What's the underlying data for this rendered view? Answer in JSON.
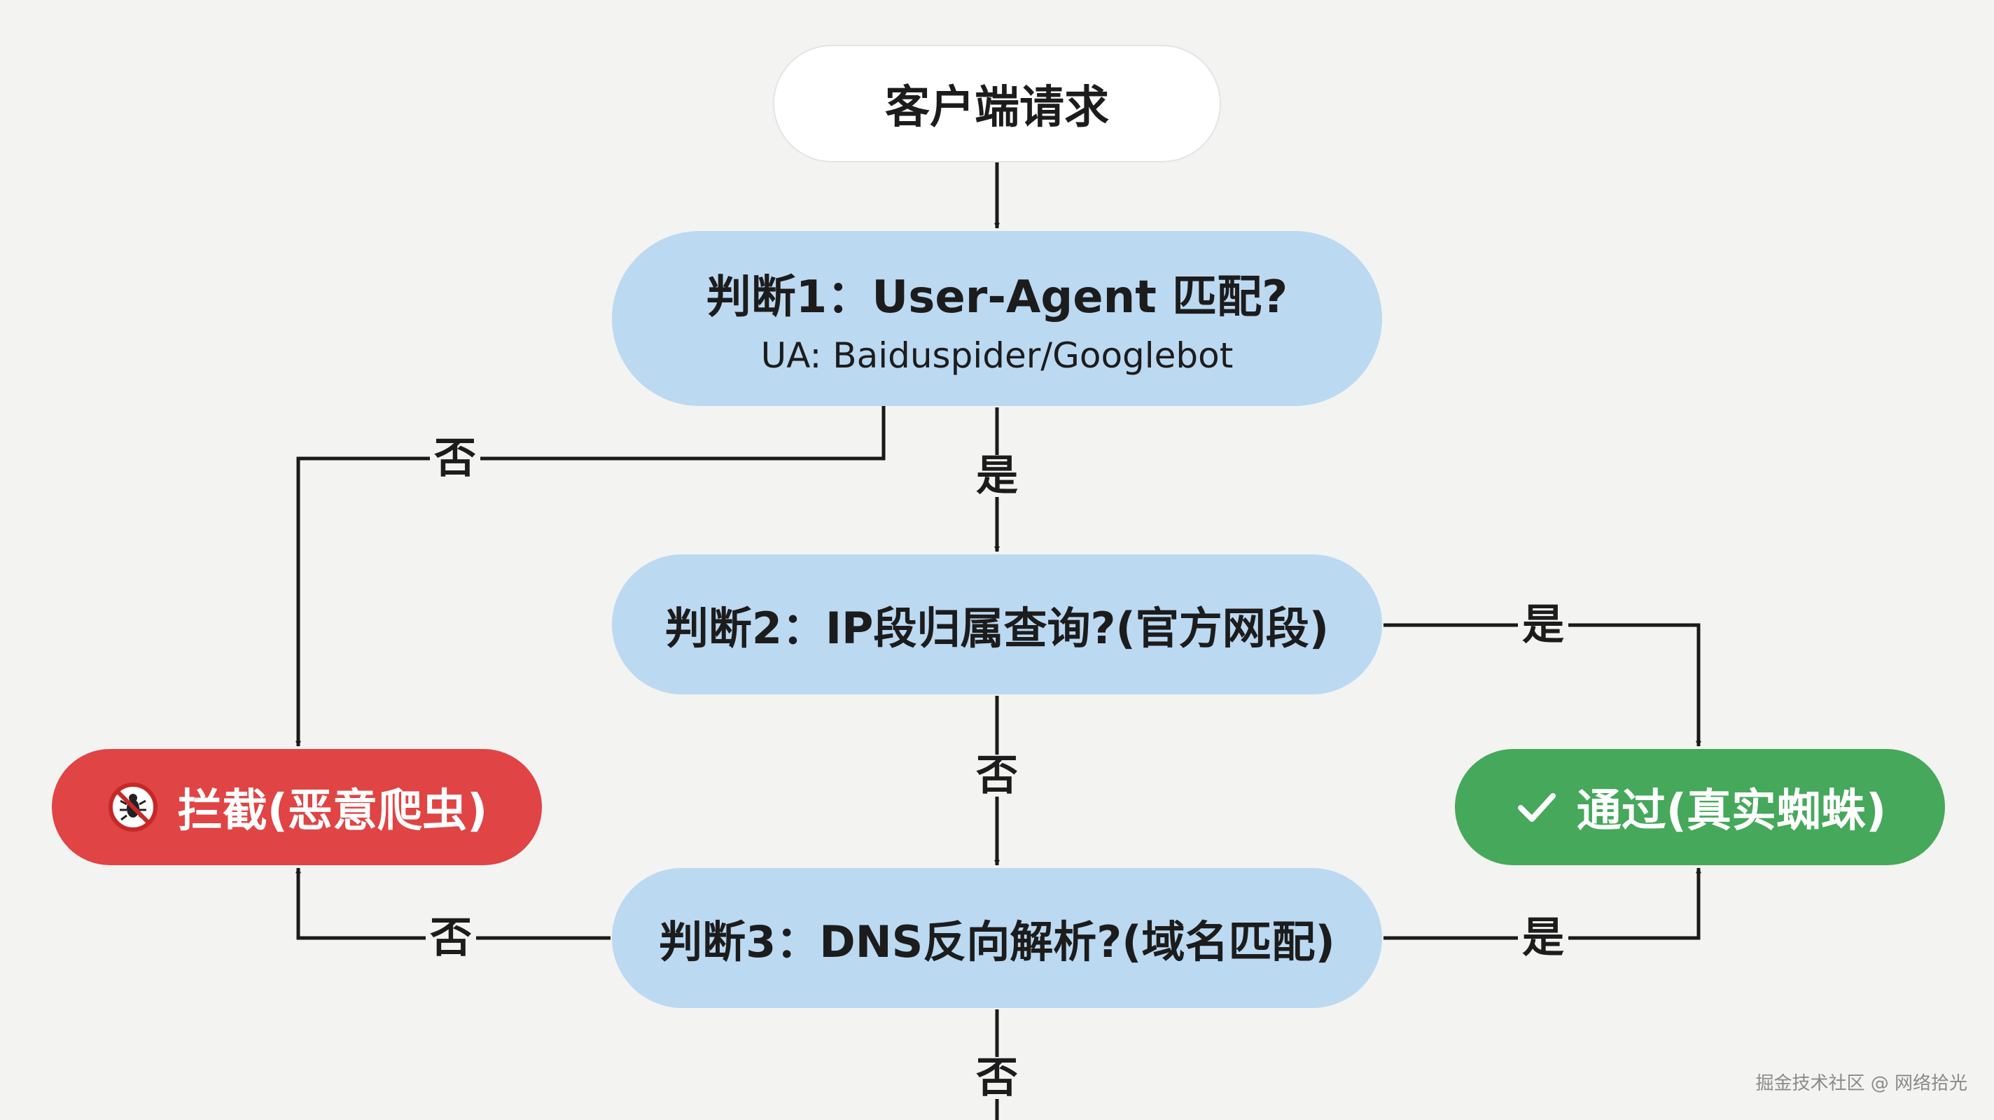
{
  "nodes": {
    "start": "客户端请求",
    "check1_title": "判断1：User-Agent 匹配?",
    "check1_sub": "UA: Baiduspider/Googlebot",
    "check2": "判断2：IP段归属查询?(官方网段)",
    "check3": "判断3：DNS反向解析?(域名匹配)",
    "block": "拦截(恶意爬虫)",
    "pass": "通过(真实蜘蛛)"
  },
  "edges": {
    "c1_no": "否",
    "c1_yes": "是",
    "c2_yes": "是",
    "c2_no": "否",
    "c3_no": "否",
    "c3_yes": "是",
    "c3_bottom_no": "否"
  },
  "icons": {
    "block": "no-bug-icon",
    "pass": "checkmark-icon"
  },
  "colors": {
    "decision": "#bcd9f2",
    "block": "#e04444",
    "pass": "#45a85b",
    "start": "#ffffff"
  },
  "watermark": "掘金技术社区 @ 网络拾光"
}
